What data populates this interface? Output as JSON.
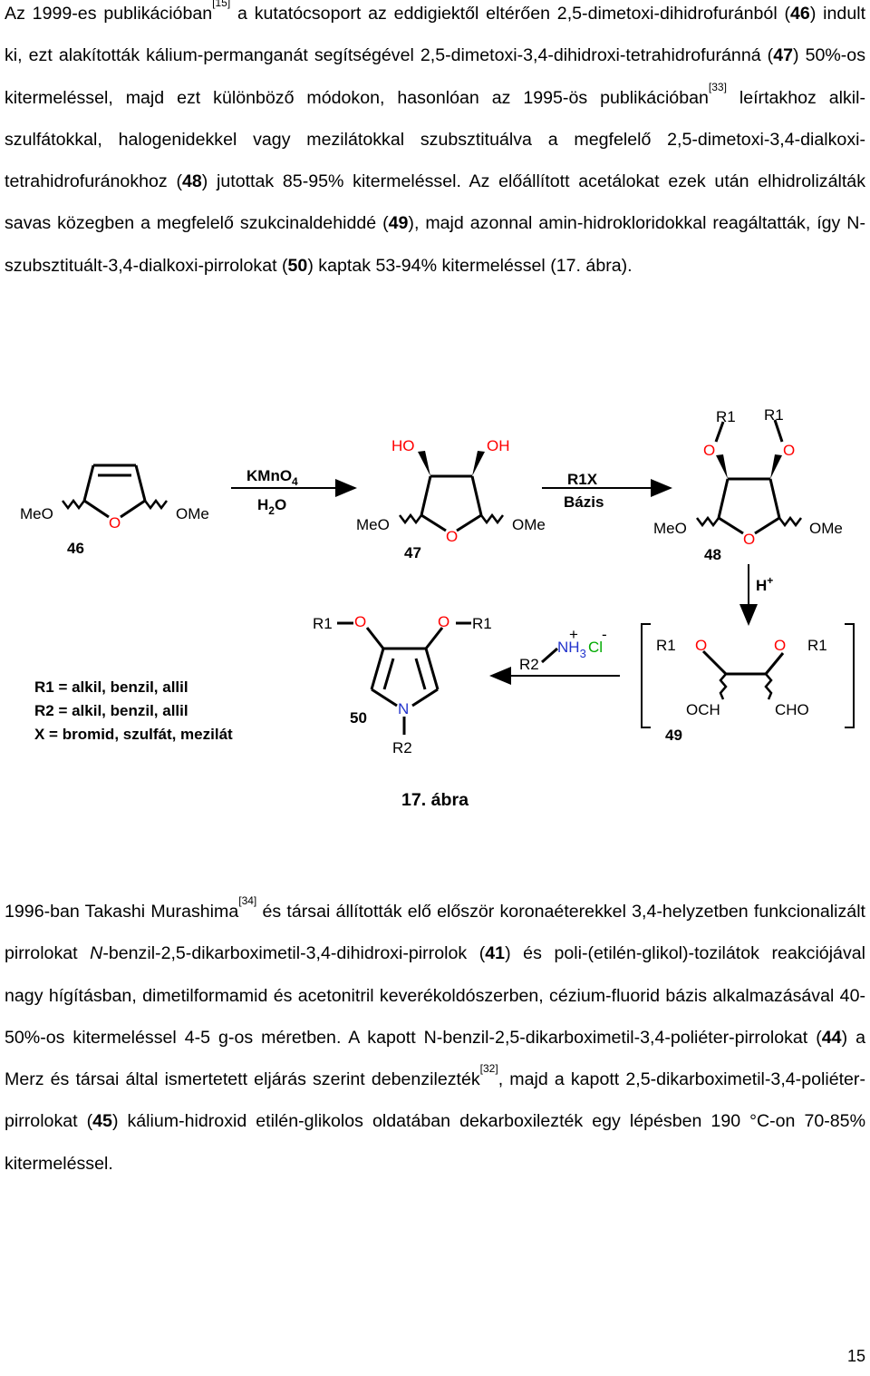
{
  "paragraph1": {
    "s1": "Az 1999-es publikációban",
    "ref1": "[15]",
    "s2": " a kutatócsoport az eddigiektől eltérően 2,5-dimetoxi-dihidrofuránból (",
    "n1": "46",
    "s3": ") indult ki, ezt alakították kálium-permanganát segítségével 2,5-dimetoxi-3,4-dihidroxi-tetrahidrofuránná (",
    "n2": "47",
    "s4": ") 50%-os kitermeléssel, majd ezt különböző módokon, hasonlóan az 1995-ös publikációban",
    "ref2": "[33]",
    "s5": " leírtakhoz alkil-szulfátokkal, halogenidekkel vagy mezilátokkal szubsztituálva a megfelelő 2,5-dimetoxi-3,4-dialkoxi-tetrahidrofuránokhoz (",
    "n3": "48",
    "s6": ") jutottak 85-95% kitermeléssel. Az előállított acetálokat ezek után elhidrolizálták savas közegben a megfelelő szukcinaldehiddé (",
    "n4": "49",
    "s7": "), majd azonnal amin-hidrokloridokkal reagáltatták, így N-szubsztituált-3,4-dialkoxi-pirrolokat (",
    "n5": "50",
    "s8": ") kaptak 53-94% kitermeléssel (17. ábra)."
  },
  "scheme": {
    "reagent1_kmno4": "KMnO",
    "reagent1_sub4": "4",
    "reagent1_h2o": "H",
    "reagent1_sub2": "2",
    "reagent1_o": "O",
    "reagent2_r1x": "R1X",
    "reagent2_bazis": "Bázis",
    "acid": "H",
    "acid_sup": "+",
    "amine_r2": "R2",
    "amine_nh3": "NH",
    "amine_sub3": "3",
    "amine_cl": "Cl",
    "amine_plus": "+",
    "amine_minus": "-",
    "meo": "MeO",
    "ome": "OMe",
    "o": "O",
    "ho": "HO",
    "oh": "OH",
    "r1": "R1",
    "n": "N",
    "r2": "R2",
    "och": "OCH",
    "cho": "CHO",
    "label46": "46",
    "label47": "47",
    "label48": "48",
    "label49": "49",
    "label50": "50",
    "legend": [
      "R1 = alkil, benzil, allil",
      "R2 = alkil, benzil, allil",
      "X = bromid, szulfát, mezilát"
    ]
  },
  "caption": "17. ábra",
  "paragraph2": {
    "s1": "1996-ban Takashi Murashima",
    "ref1": "[34]",
    "s2": " és társai állították elő először koronaéterekkel 3,4-helyzetben funkcionalizált pirrolokat ",
    "ital": "N",
    "s3": "-benzil-2,5-dikarboximetil-3,4-dihidroxi-pirrolok (",
    "n1": "41",
    "s4": ") és poli-(etilén-glikol)-tozilátok reakciójával nagy hígításban, dimetilformamid és acetonitril keverékoldószerben, cézium-fluorid bázis alkalmazásával 40-50%-os kitermeléssel 4-5 g-os méretben. A kapott N-benzil-2,5-dikarboximetil-3,4-poliéter-pirrolokat (",
    "n2": "44",
    "s5": ") a Merz és társai által ismertetett eljárás szerint debenzilezték",
    "ref2": "[32]",
    "s6": ", majd a kapott 2,5-dikarboximetil-3,4-poliéter-pirrolokat (",
    "n3": "45",
    "s7": ") kálium-hidroxid etilén-glikolos oldatában dekarboxilezték egy lépésben 190 °C-on 70-85% kitermeléssel."
  },
  "page_number": "15"
}
